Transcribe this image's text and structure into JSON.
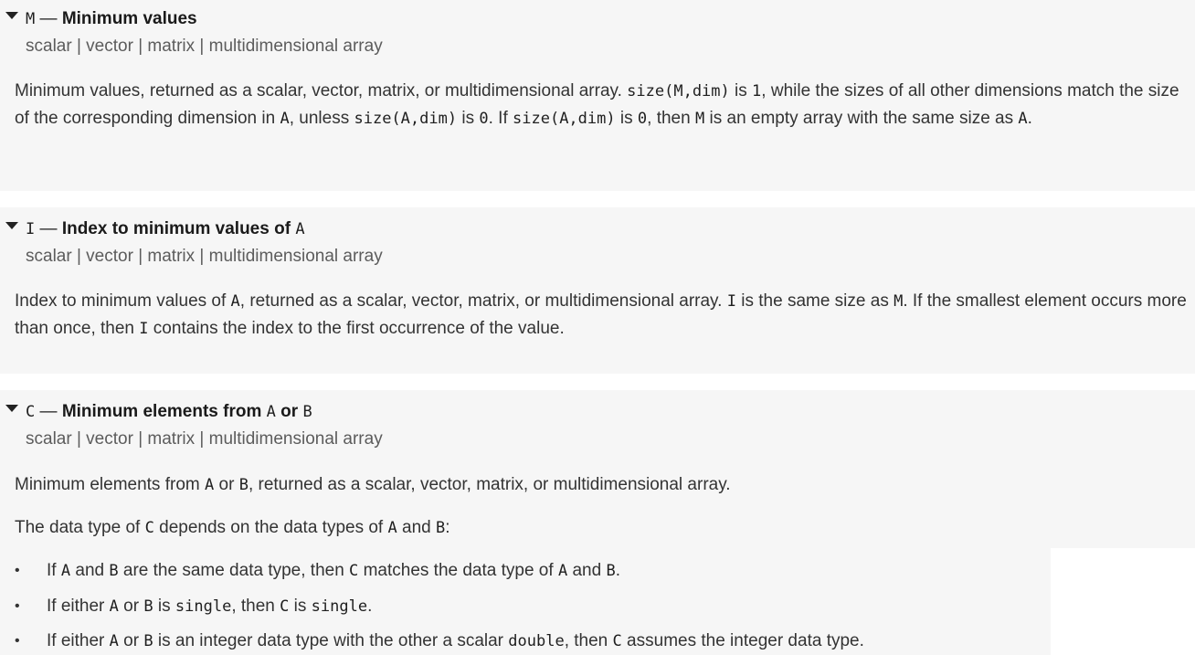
{
  "sections": {
    "m": {
      "var": "M",
      "dash": " — ",
      "title": "Minimum values",
      "types": "scalar | vector | matrix | multidimensional array",
      "p1": [
        "Minimum values, returned as a scalar, vector, matrix, or multidimensional array. ",
        "size(M,dim)",
        " is ",
        "1",
        ", while the sizes of all other dimensions match the size of the corresponding dimension in ",
        "A",
        ", unless ",
        "size(A,dim)",
        " is ",
        "0",
        ". If ",
        "size(A,dim)",
        " is ",
        "0",
        ", then ",
        "M",
        " is an empty array with the same size as ",
        "A",
        "."
      ]
    },
    "i": {
      "var": "I",
      "dash": " — ",
      "title": "Index to minimum values of ",
      "title_var": "A",
      "types": "scalar | vector | matrix | multidimensional array",
      "p1": [
        "Index to minimum values of ",
        "A",
        ", returned as a scalar, vector, matrix, or multidimensional array. ",
        "I",
        " is the same size as ",
        "M",
        ". If the smallest element occurs more than once, then ",
        "I",
        " contains the index to the first occurrence of the value."
      ]
    },
    "c": {
      "var": "C",
      "dash": " — ",
      "title": "Minimum elements from ",
      "title_var1": "A",
      "title_or": " or ",
      "title_var2": "B",
      "types": "scalar | vector | matrix | multidimensional array",
      "p1": [
        "Minimum elements from ",
        "A",
        " or ",
        "B",
        ", returned as a scalar, vector, matrix, or multidimensional array."
      ],
      "p2": [
        "The data type of ",
        "C",
        " depends on the data types of ",
        "A",
        " and ",
        "B",
        ":"
      ],
      "bullets": [
        [
          "If ",
          "A",
          " and ",
          "B",
          " are the same data type, then ",
          "C",
          " matches the data type of ",
          "A",
          " and ",
          "B",
          "."
        ],
        [
          "If either ",
          "A",
          " or ",
          "B",
          " is ",
          "single",
          ", then ",
          "C",
          " is ",
          "single",
          "."
        ],
        [
          "If either ",
          "A",
          " or ",
          "B",
          " is an integer data type with the other a scalar ",
          "double",
          ", then ",
          "C",
          " assumes the integer data type."
        ]
      ],
      "bullet_char": "•"
    }
  }
}
